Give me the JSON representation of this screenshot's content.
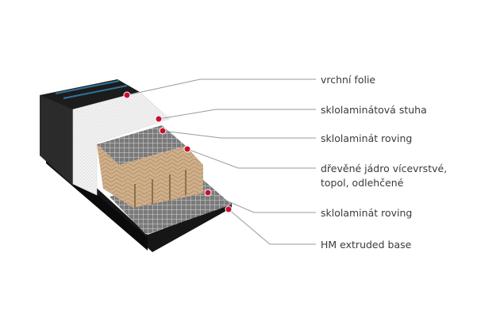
{
  "labels": {
    "top_sheet": "vrchní folie",
    "fiberglass_tape": "sklolaminátová stuha",
    "roving_upper": "sklolaminát roving",
    "wood_core_line1": "dřevěné jádro vícevrstvé,",
    "wood_core_line2": "topol, odlehčené",
    "roving_lower": "sklolaminát roving",
    "base": "HM extruded base"
  },
  "colors": {
    "leader_line": "#9a9a9a",
    "marker": "#c8102e",
    "label_text": "#3a3a3a"
  }
}
